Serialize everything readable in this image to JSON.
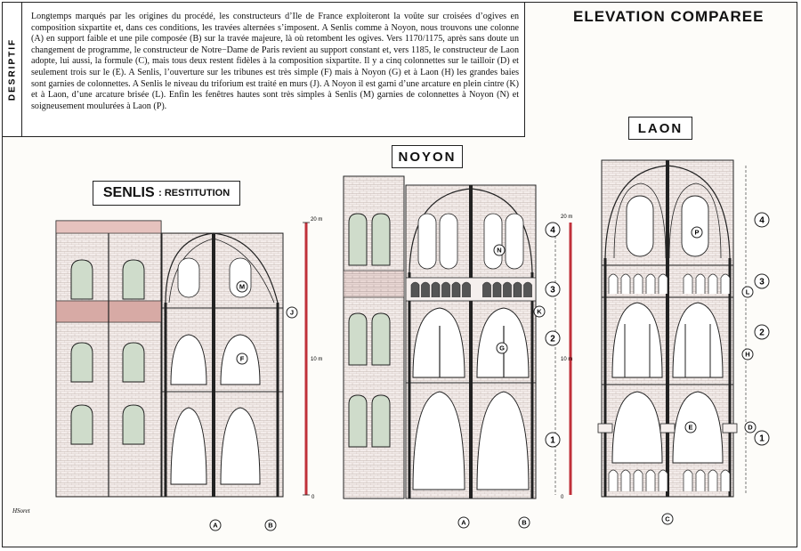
{
  "description": {
    "label": "DESRIPTIF",
    "text": "Longtemps marqués par les origines du procédé, les constructeurs d’Ile de France exploiteront la voûte sur croisées d’ogives en composition sixpartite et, dans ces conditions, les travées alternées s’imposent. A Senlis comme à Noyon, nous trouvons une colonne (A) en support faible et une pile composée (B) sur la travée majeure, là où retombent les ogives. Vers 1170/1175, après sans doute un changement de programme, le constructeur de Notre−Dame de Paris revient au support constant et, vers 1185, le constructeur de Laon adopte, lui aussi, la formule (C), mais tous deux restent fidèles à la composition sixpartite. Il y a cinq colonnettes sur le tailloir (D) et seulement trois sur le (E). A Senlis, l’ouverture sur les tribunes est très simple (F) mais à Noyon (G) et à Laon (H) les grandes baies sont garnies de colonnettes. A Senlis le niveau du triforium est traité en murs (J). A Noyon il est garni d’une arcature en plein cintre (K) et à Laon, d’une arcature brisée (L). Enfin les fenêtres hautes sont très simples à Senlis (M) garnies de colonnettes à Noyon (N) et soigneusement moulurées à Laon (P)."
  },
  "title": "ELEVATION COMPAREE",
  "buildings": {
    "senlis": {
      "name": "SENLIS",
      "suffix": ": RESTITUTION"
    },
    "noyon": {
      "name": "NOYON"
    },
    "laon": {
      "name": "LAON"
    }
  },
  "scale": {
    "top": "20 m",
    "mid": "10 m",
    "zero": "0"
  },
  "levels": [
    "1",
    "2",
    "3",
    "4"
  ],
  "callouts": {
    "A": "A",
    "B": "B",
    "C": "C",
    "D": "D",
    "E": "E",
    "F": "F",
    "G": "G",
    "H": "H",
    "J": "J",
    "K": "K",
    "L": "L",
    "M": "M",
    "N": "N",
    "P": "P"
  },
  "signature": "HSoret",
  "colors": {
    "ink": "#222222",
    "stone": "#efe6e3",
    "window": "#cfdccb",
    "roof": "#d8a9a4",
    "scale": "#c0303a"
  }
}
